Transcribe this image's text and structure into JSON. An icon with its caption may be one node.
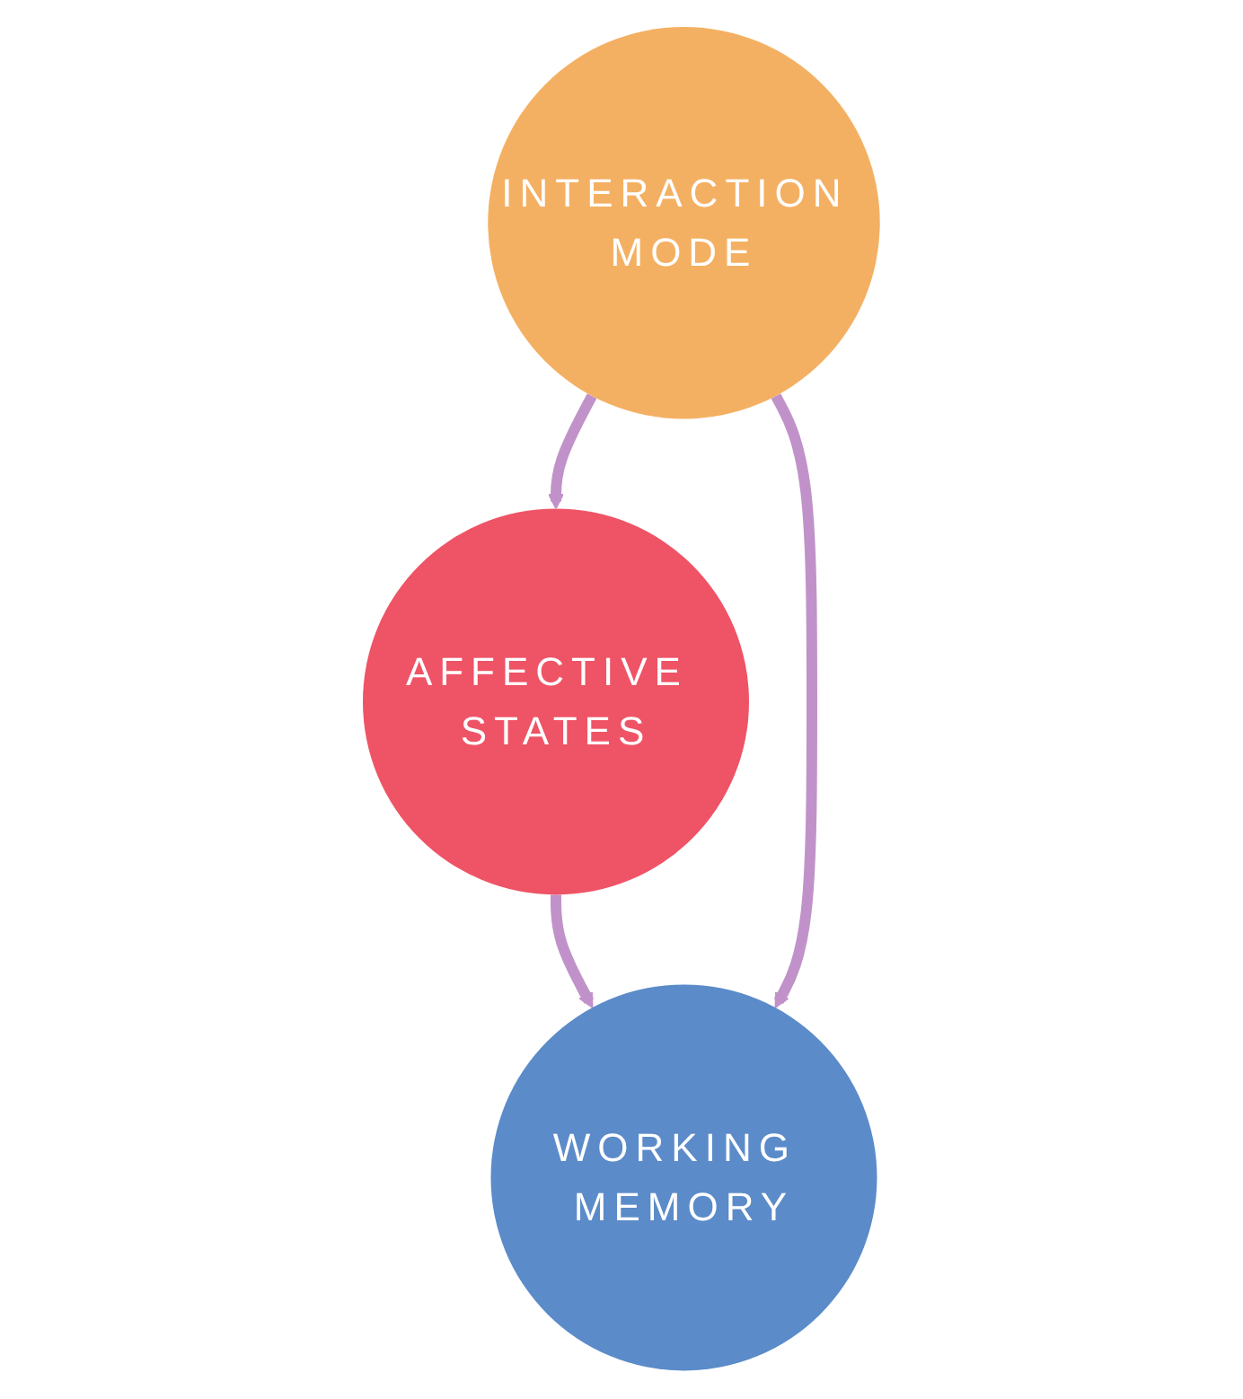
{
  "diagram": {
    "nodes": [
      {
        "text": [
          "AFFECTIVE STATES"
        ]
      },
      {
        "text": [
          "WORKING MEMORY"
        ]
      },
      {
        "text": [
          "INTERACTION MODE"
        ]
      }
    ],
    "edges": [
      {
        "from": 0,
        "to": 1,
        "arrow": "to"
      },
      {
        "from": 2,
        "to": 0,
        "arrow": "to"
      },
      {
        "from": 2,
        "to": 1,
        "arrow": "to"
      }
    ]
  }
}
